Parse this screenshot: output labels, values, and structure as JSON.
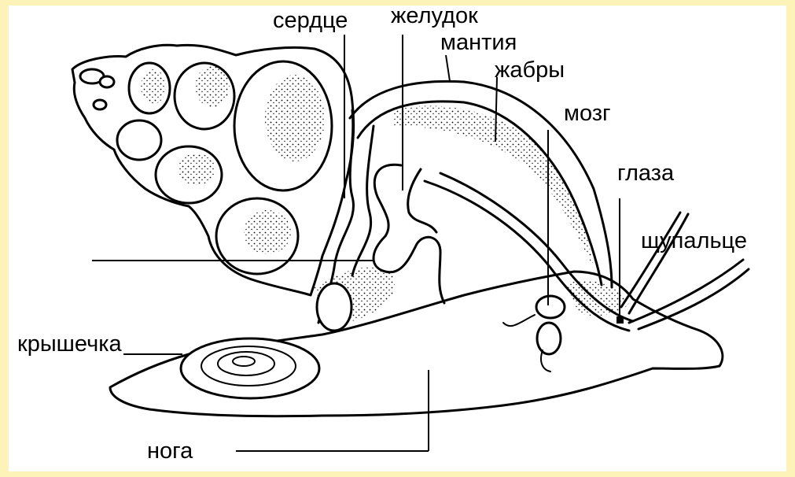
{
  "background_color": "#fdf3b8",
  "panel_color": "#ffffff",
  "labels": {
    "heart": "сердце",
    "stomach": "желудок",
    "mantle": "мантия",
    "gills": "жабры",
    "brain": "мозг",
    "eyes": "глаза",
    "tentacle": "щупальце",
    "operculum": "крышечка",
    "foot": "нога"
  }
}
